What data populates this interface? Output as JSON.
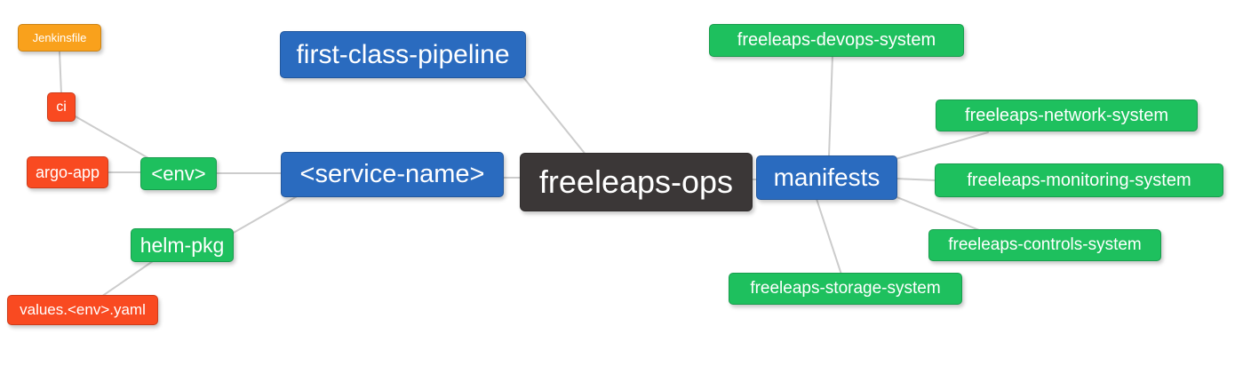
{
  "diagram": {
    "type": "mindmap",
    "root": "freeleaps_ops"
  },
  "colors": {
    "root_dark": "#3B3737",
    "branch_blue": "#2A6BBF",
    "leaf_green": "#1EC05E",
    "leaf_red": "#F94A21",
    "leaf_orange": "#F9A11C",
    "edge_gray": "#CCCCCC",
    "text": "#FFFFFF",
    "background": "#FFFFFF"
  },
  "nodes": {
    "jenkinsfile": {
      "label": "Jenkinsfile",
      "color": "#F9A11C"
    },
    "ci": {
      "label": "ci",
      "color": "#F94A21"
    },
    "argo_app": {
      "label": "argo-app",
      "color": "#F94A21"
    },
    "env": {
      "label": "<env>",
      "color": "#1EC05E"
    },
    "helm_pkg": {
      "label": "helm-pkg",
      "color": "#1EC05E"
    },
    "values_env_yaml": {
      "label": "values.<env>.yaml",
      "color": "#F94A21"
    },
    "first_class_pipeline": {
      "label": "first-class-pipeline",
      "color": "#2A6BBF"
    },
    "service_name": {
      "label": "<service-name>",
      "color": "#2A6BBF"
    },
    "freeleaps_ops": {
      "label": "freeleaps-ops",
      "color": "#3B3737"
    },
    "manifests": {
      "label": "manifests",
      "color": "#2A6BBF"
    },
    "devops_system": {
      "label": "freeleaps-devops-system",
      "color": "#1EC05E"
    },
    "network_system": {
      "label": "freeleaps-network-system",
      "color": "#1EC05E"
    },
    "monitoring_system": {
      "label": "freeleaps-monitoring-system",
      "color": "#1EC05E"
    },
    "controls_system": {
      "label": "freeleaps-controls-system",
      "color": "#1EC05E"
    },
    "storage_system": {
      "label": "freeleaps-storage-system",
      "color": "#1EC05E"
    }
  },
  "edges": [
    {
      "from": "jenkinsfile",
      "to": "ci"
    },
    {
      "from": "ci",
      "to": "env"
    },
    {
      "from": "argo_app",
      "to": "env"
    },
    {
      "from": "env",
      "to": "service_name"
    },
    {
      "from": "helm_pkg",
      "to": "service_name"
    },
    {
      "from": "values_env_yaml",
      "to": "helm_pkg"
    },
    {
      "from": "first_class_pipeline",
      "to": "freeleaps_ops"
    },
    {
      "from": "service_name",
      "to": "freeleaps_ops"
    },
    {
      "from": "freeleaps_ops",
      "to": "manifests"
    },
    {
      "from": "manifests",
      "to": "devops_system"
    },
    {
      "from": "manifests",
      "to": "network_system"
    },
    {
      "from": "manifests",
      "to": "monitoring_system"
    },
    {
      "from": "manifests",
      "to": "controls_system"
    },
    {
      "from": "manifests",
      "to": "storage_system"
    }
  ]
}
